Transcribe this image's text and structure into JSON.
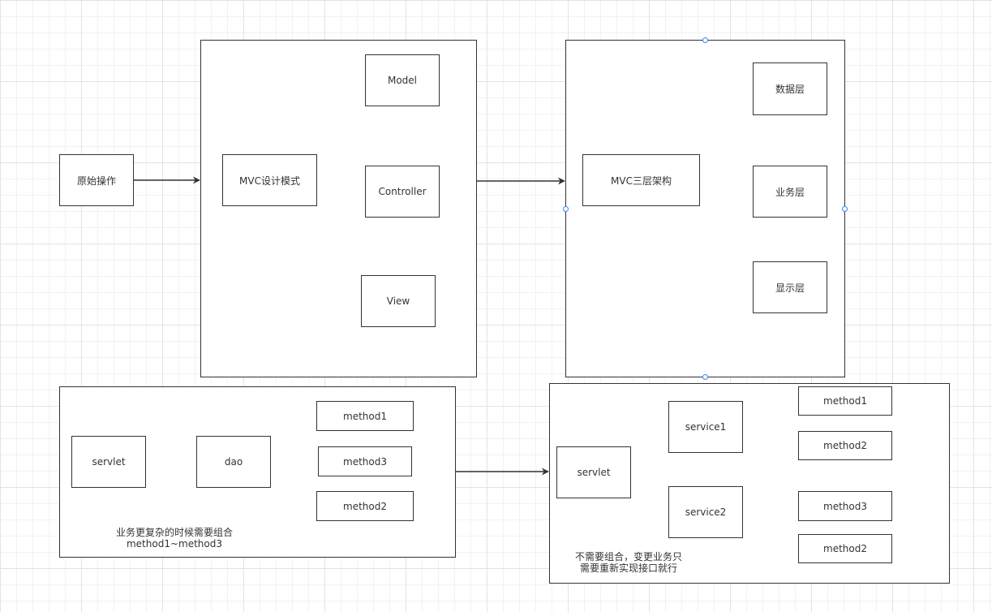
{
  "nodes": {
    "raw_op": "原始操作",
    "mvc_pattern": "MVC设计模式",
    "model": "Model",
    "controller": "Controller",
    "view": "View",
    "mvc_three_tier": "MVC三层架构",
    "data_layer": "数据层",
    "business_layer": "业务层",
    "display_layer": "显示层",
    "servlet_left": "servlet",
    "dao": "dao",
    "method1_left": "method1",
    "method3_left": "method3",
    "method2_left": "method2",
    "servlet_right": "servlet",
    "service1": "service1",
    "service2": "service2",
    "method1_r": "method1",
    "method2_r1": "method2",
    "method3_r": "method3",
    "method2_r2": "method2"
  },
  "notes": {
    "left_line1": "业务更复杂的时候需要组合",
    "left_line2": "method1~method3",
    "right_line1": "不需要组合，变更业务只",
    "right_line2": "需要重新实现接口就行"
  },
  "colors": {
    "stroke": "#333333",
    "selection_handle": "#3b82f6"
  }
}
